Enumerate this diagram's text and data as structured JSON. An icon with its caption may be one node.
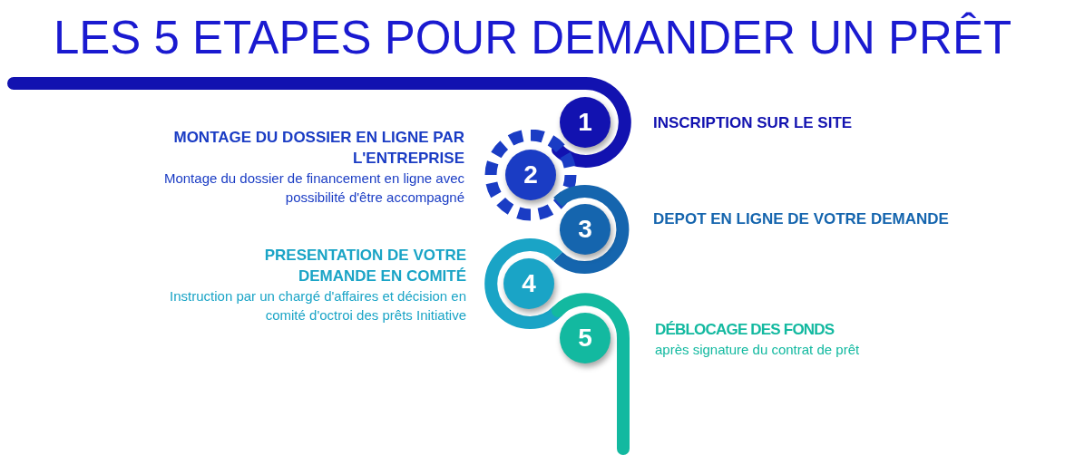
{
  "diagram": {
    "title": "LES 5 ETAPES POUR DEMANDER UN PRÊT",
    "nodes": [
      {
        "text": [
          "1"
        ],
        "beside": [
          "INSCRIPTION SUR LE SITE"
        ]
      },
      {
        "text": [
          "2"
        ],
        "beside": [
          "MONTAGE DU DOSSIER EN LIGNE PAR L'ENTREPRISE",
          "Montage du dossier de financement en ligne avec possibilité d'être accompagné"
        ]
      },
      {
        "text": [
          "3"
        ],
        "beside": [
          "DEPOT EN LIGNE DE VOTRE DEMANDE"
        ]
      },
      {
        "text": [
          "4"
        ],
        "beside": [
          "PRESENTATION DE VOTRE DEMANDE EN COMITÉ",
          "Instruction par un chargé d'affaires et décision en comité d'octroi des prêts Initiative"
        ]
      },
      {
        "text": [
          "5"
        ],
        "beside": [
          "DÉBLOCAGE DES FONDS",
          "après signature du contrat de prêt"
        ]
      }
    ]
  }
}
